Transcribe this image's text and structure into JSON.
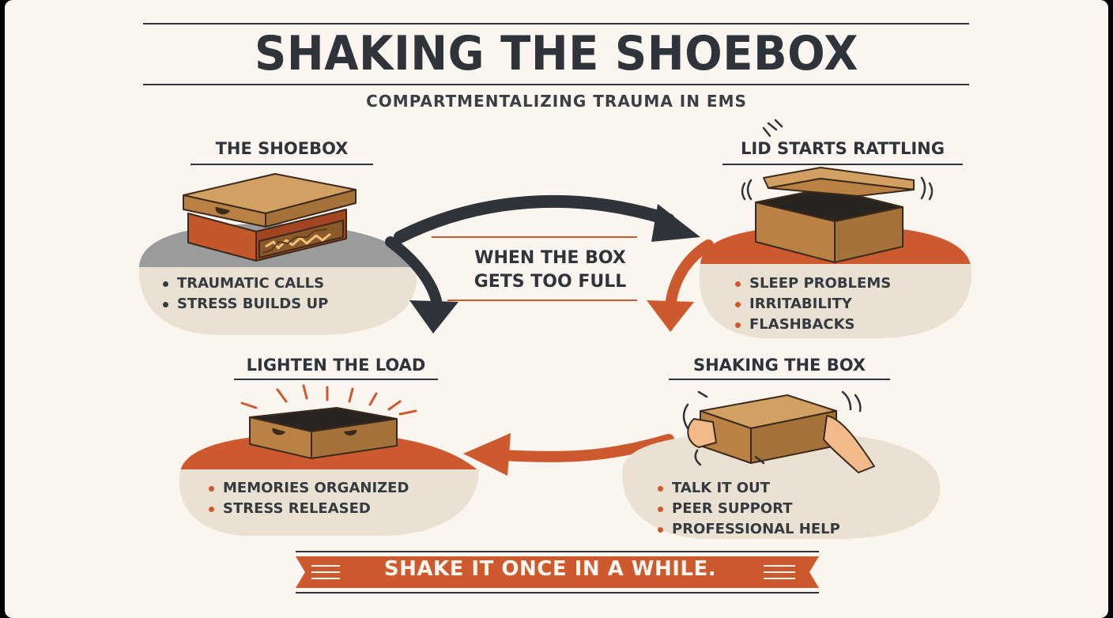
{
  "title": "SHAKING THE SHOEBOX",
  "subtitle": "COMPARTMENTALIZING TRAUMA IN EMS",
  "center_label": [
    "WHEN THE BOX",
    "GETS TOO FULL"
  ],
  "stages": {
    "shoebox": {
      "heading": "THE SHOEBOX",
      "bullets": [
        "TRAUMATIC CALLS",
        "STRESS BUILDS UP"
      ]
    },
    "rattling": {
      "heading": "LID STARTS RATTLING",
      "bullets": [
        "SLEEP PROBLEMS",
        "IRRITABILITY",
        "FLASHBACKS"
      ]
    },
    "shaking": {
      "heading": "SHAKING THE BOX",
      "bullets": [
        "TALK IT OUT",
        "PEER SUPPORT",
        "PROFESSIONAL HELP"
      ]
    },
    "lighten": {
      "heading": "LIGHTEN THE LOAD",
      "bullets": [
        "MEMORIES ORGANIZED",
        "STRESS RELEASED"
      ]
    }
  },
  "banner": "SHAKE IT ONCE IN A WHILE.",
  "colors": {
    "background": "#fbf5ef",
    "dark": "#2f343a",
    "orange": "#cc5a2e",
    "cardboard": "#b98244",
    "grey_blob": "#9b9b9b",
    "cream_blob": "#ebe1d2"
  },
  "icons": {
    "shoebox": "full-shoebox-icon",
    "rattling": "open-lid-box-icon",
    "shaking": "hands-shaking-box-icon",
    "lighten": "empty-box-icon"
  }
}
